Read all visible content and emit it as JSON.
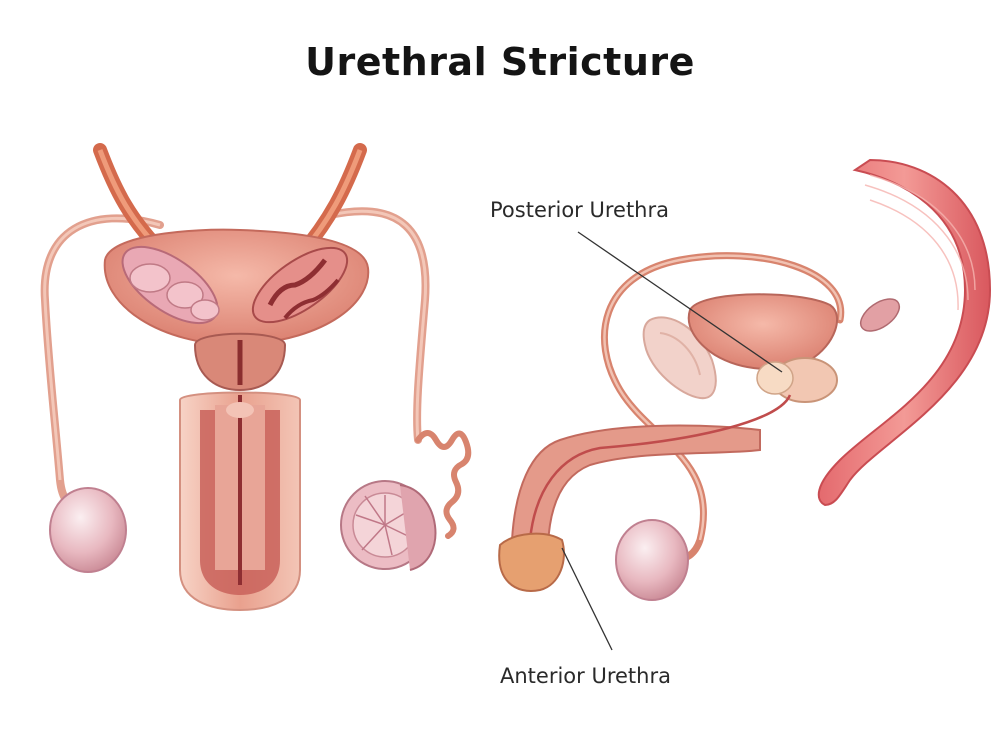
{
  "title": "Urethral Stricture",
  "labels": {
    "posterior": "Posterior Urethra",
    "anterior": "Anterior Urethra"
  },
  "colors": {
    "tissue_light": "#f4c2b4",
    "tissue_mid": "#e79a8a",
    "tissue_dark": "#c9625a",
    "duct": "#d87a62",
    "testis": "#ecc6cc",
    "leader_line": "#333333"
  }
}
